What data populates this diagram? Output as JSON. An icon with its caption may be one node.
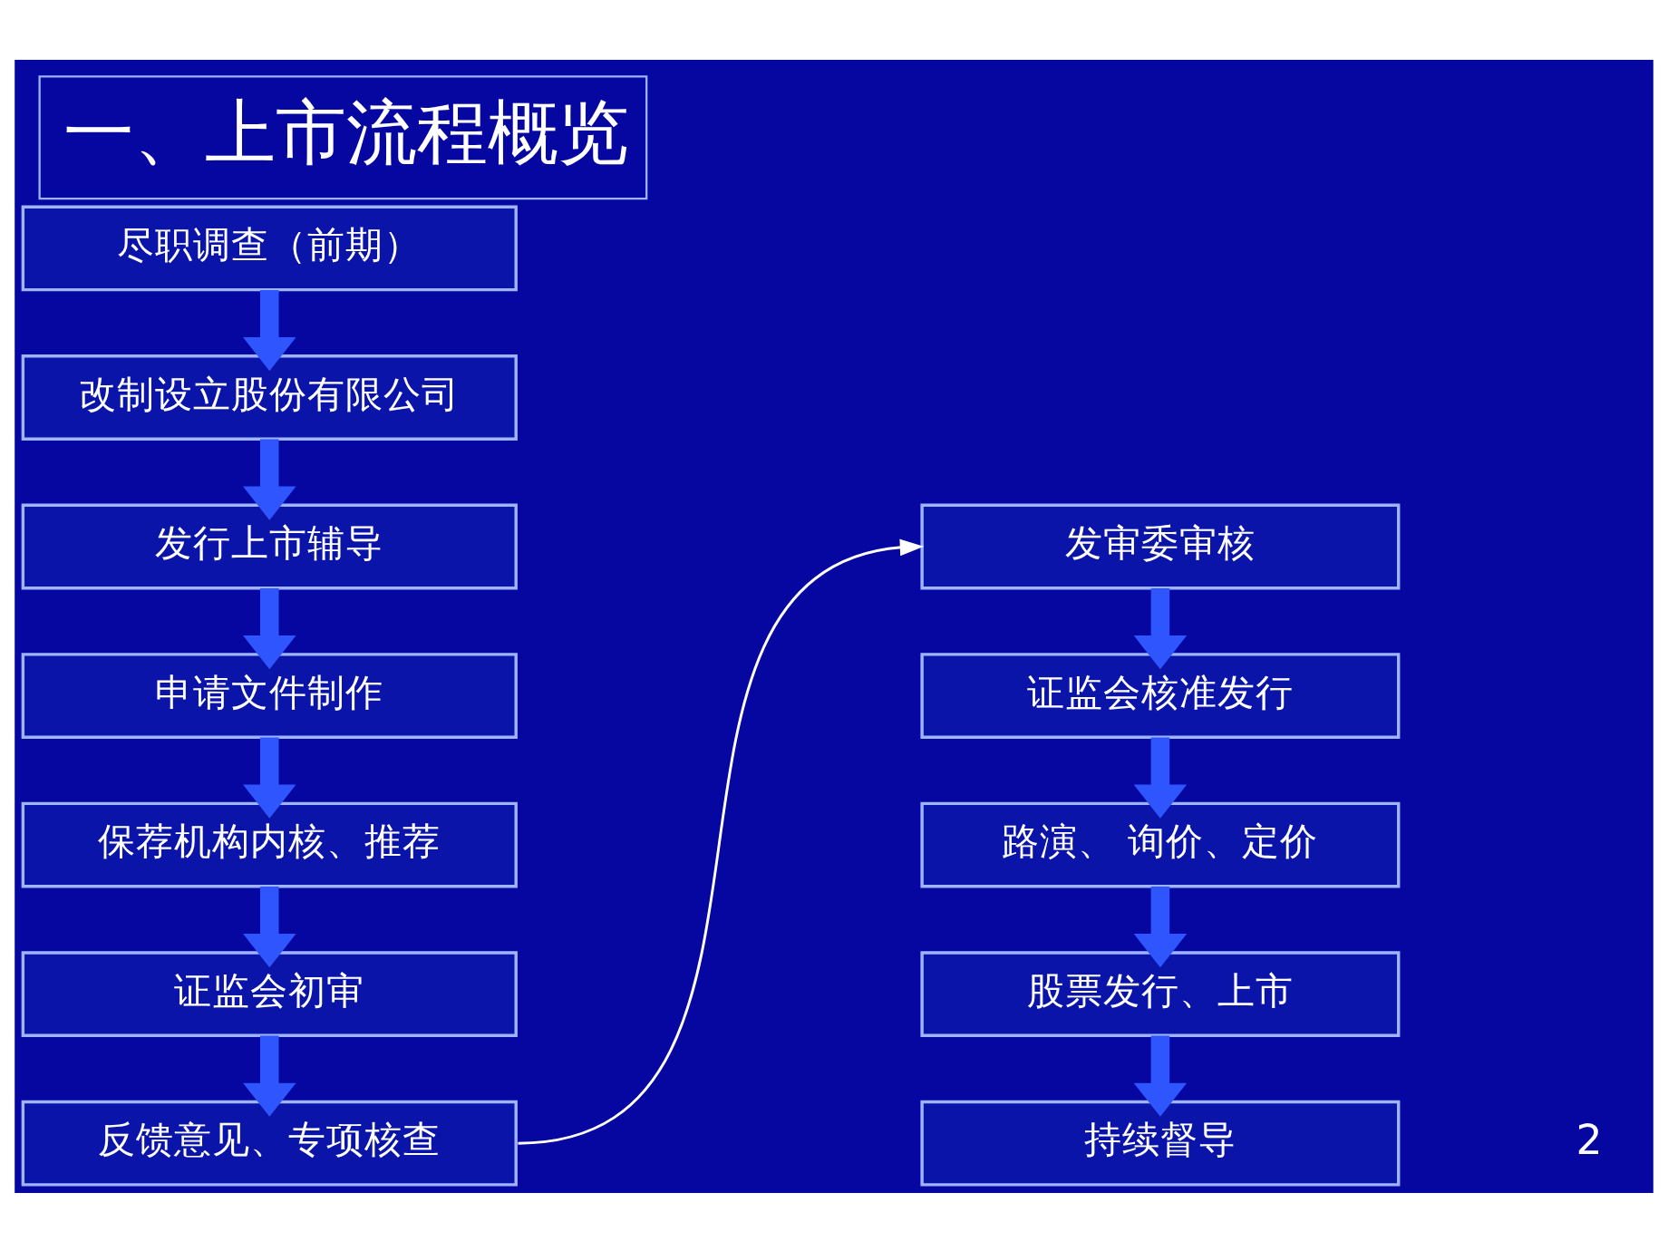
{
  "diagram": {
    "title": "一、上市流程概览",
    "nodes": [
      {
        "text": [
          "尽职调查（前期）"
        ]
      },
      {
        "text": [
          "改制设立股份有限公司"
        ]
      },
      {
        "text": [
          "发行上市辅导"
        ]
      },
      {
        "text": [
          "申请文件制作"
        ]
      },
      {
        "text": [
          "保荐机构内核、推荐"
        ]
      },
      {
        "text": [
          "证监会初审"
        ]
      },
      {
        "text": [
          "反馈意见、专项核查"
        ]
      },
      {
        "text": [
          "发审委审核"
        ]
      },
      {
        "text": [
          "证监会核准发行"
        ]
      },
      {
        "text": [
          "路演、 询价、定价"
        ]
      },
      {
        "text": [
          "股票发行、上市"
        ]
      },
      {
        "text": [
          "持续督导"
        ]
      }
    ],
    "edges": [
      {
        "from": 0,
        "to": 1,
        "arrow": "to"
      },
      {
        "from": 1,
        "to": 2,
        "arrow": "to"
      },
      {
        "from": 2,
        "to": 3,
        "arrow": "to"
      },
      {
        "from": 3,
        "to": 4,
        "arrow": "to"
      },
      {
        "from": 4,
        "to": 5,
        "arrow": "to"
      },
      {
        "from": 5,
        "to": 6,
        "arrow": "to"
      },
      {
        "from": 6,
        "to": 7,
        "arrow": "to",
        "color": "#ffffff"
      },
      {
        "from": 7,
        "to": 8,
        "arrow": "to"
      },
      {
        "from": 8,
        "to": 9,
        "arrow": "to"
      },
      {
        "from": 9,
        "to": 10,
        "arrow": "to"
      },
      {
        "from": 10,
        "to": 11,
        "arrow": "to"
      }
    ],
    "labels": [
      "2"
    ]
  }
}
